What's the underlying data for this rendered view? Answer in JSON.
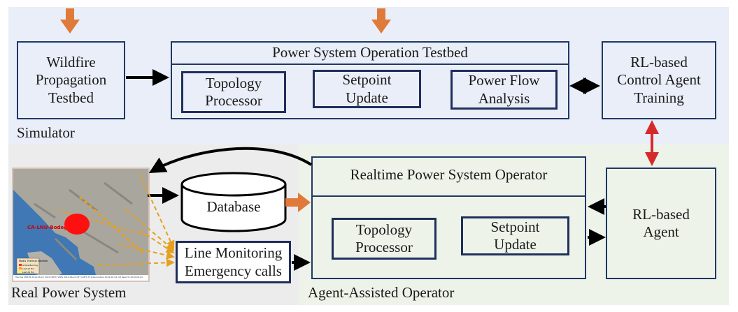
{
  "regions": {
    "simulator": {
      "label": "Simulator",
      "color": "#eaeef8"
    },
    "real_power_system": {
      "label": "Real Power System",
      "color": "#ececec"
    },
    "agent_assisted_operator": {
      "label": "Agent-Assisted Operator",
      "color": "#eef3ea"
    }
  },
  "boxes": {
    "wildfire": "Wildfire\nPropagation\nTestbed",
    "power_system_testbed": "Power System Operation Testbed",
    "topology_processor_sim": "Topology\nProcessor",
    "setpoint_update_sim": "Setpoint\nUpdate",
    "power_flow_analysis": "Power Flow\nAnalysis",
    "rl_training": "RL-based\nControl Agent\nTraining",
    "database": "Database",
    "line_monitoring": "Line Monitoring\nEmergency calls",
    "realtime_operator": "Realtime Power System Operator",
    "topology_processor_real": "Topology\nProcessor",
    "setpoint_update_real": "Setpoint\nUpdate",
    "rl_agent": "RL-based\nAgent"
  },
  "map": {
    "fire_label": "CA-LNU-Bodega Bay",
    "legend_title": "Modis Thermal Satellite",
    "legend_items": [
      "Active Burning",
      "Last 12 Hrs",
      "Last 24 Hrs"
    ],
    "footer": "Thermal MODIS 2019-06-22 1015 (MDT) VIIRS 2019-06-22 037 (GMT)\nFire Perimeters 2019-06-24, Sit Reports 2019-06-24"
  },
  "colors": {
    "orange": "#e07a3a",
    "red": "#d62a2a",
    "navy": "#1f3864",
    "black": "#000000"
  }
}
